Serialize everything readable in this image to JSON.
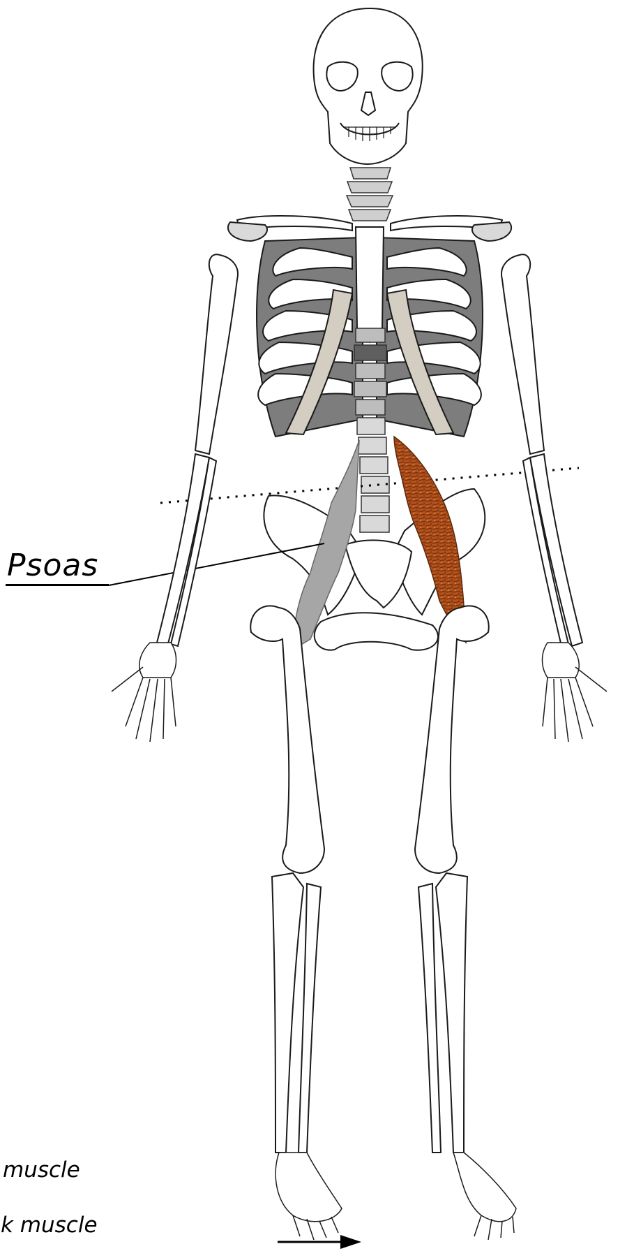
{
  "diagram": {
    "label": "Psoas",
    "legend": [
      {
        "text": "t muscle"
      },
      {
        "text": "ak muscle"
      }
    ]
  },
  "colors": {
    "bone_outline": "#1a1a1a",
    "bone_fill": "#ffffff",
    "spine_gray": "#bdbdbd",
    "spine_dark": "#5f5f5f",
    "rib_shadow": "#8a8a8a",
    "sternum_beige": "#d4cdc2",
    "weak_muscle_gray": "#a6a6a6",
    "tight_muscle_brown": "#b5541c"
  }
}
